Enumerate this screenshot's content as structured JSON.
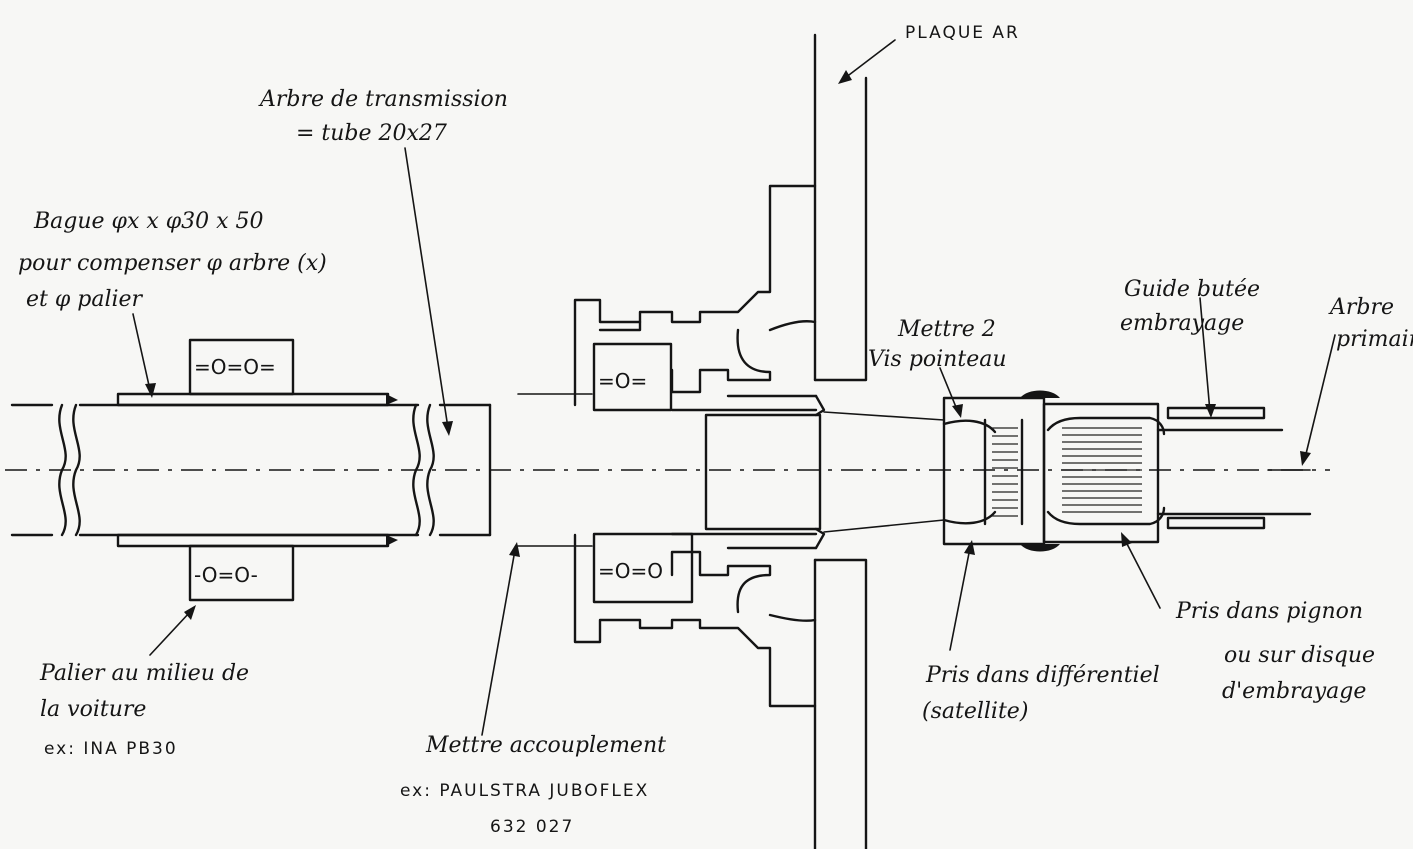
{
  "labels": {
    "plaque": "PLAQUE AR",
    "arbre_transmission_1": "Arbre de transmission",
    "arbre_transmission_2": "= tube 20x27",
    "bague_1": "Bague φx x φ30 x 50",
    "bague_2": "pour compenser φ arbre (x)",
    "bague_3": "et φ palier",
    "mettre_vis_1": "Mettre 2",
    "mettre_vis_2": "Vis pointeau",
    "guide_1": "Guide butée",
    "guide_2": "embrayage",
    "arbre_primaire_1": "Arbre",
    "arbre_primaire_2": "primaire",
    "palier_1": "Palier au milieu de",
    "palier_2": "la voiture",
    "palier_ex": "ex: INA PB30",
    "accouplement": "Mettre accouplement",
    "paulstra_1": "ex: PAULSTRA JUBOFLEX",
    "paulstra_2": "632 027",
    "diff_1": "Pris dans différentiel",
    "diff_2": "(satellite)",
    "pignon_1": "Pris dans pignon",
    "pignon_2": "ou sur disque",
    "pignon_3": "d'embrayage"
  },
  "bearing_marks": {
    "top": "=O=O=",
    "bottom": "-O=O-",
    "coupling_top": "=O=",
    "coupling_bottom": "=O=O"
  }
}
